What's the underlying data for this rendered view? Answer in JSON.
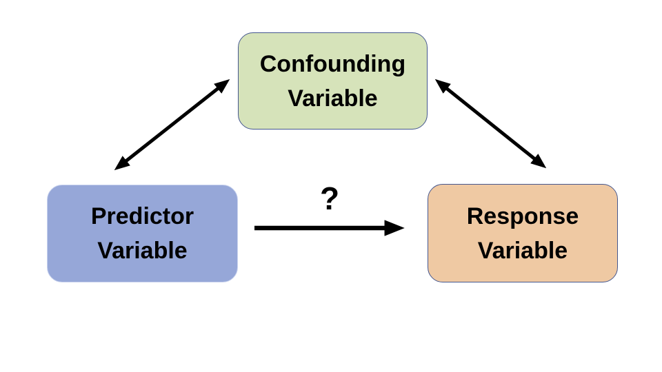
{
  "diagram": {
    "description": "Confounding variable relationship diagram",
    "background_color": "#ffffff",
    "arrow_color": "#000000",
    "text_color": "#000000",
    "nodes": {
      "confounding": {
        "line1": "Confounding",
        "line2": "Variable",
        "fill": "#d6e3ba",
        "border": "#44568e"
      },
      "predictor": {
        "line1": "Predictor",
        "line2": "Variable",
        "fill": "#96a7d8",
        "border": "#c9d3ee"
      },
      "response": {
        "line1": "Response",
        "line2": "Variable",
        "fill": "#efc9a3",
        "border": "#44568e"
      }
    },
    "edges": {
      "predictor_confounding": {
        "type": "bidirectional",
        "label": ""
      },
      "confounding_response": {
        "type": "bidirectional",
        "label": ""
      },
      "predictor_response": {
        "type": "directed",
        "label": "?"
      }
    }
  }
}
